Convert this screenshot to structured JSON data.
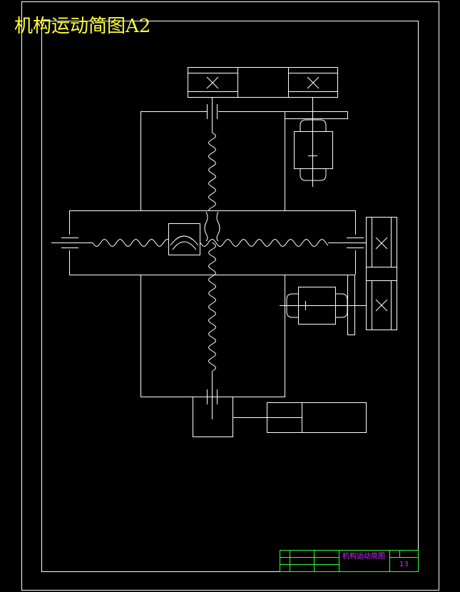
{
  "drawing": {
    "title": "机构运动简图A2",
    "title_block": {
      "name": "机构运动简图",
      "sheet_number": "13"
    }
  },
  "colors": {
    "background": "#000000",
    "line": "#ffffff",
    "title": "#ffff33",
    "title_block_grid": "#33ff33",
    "title_block_text": "#cc33ff"
  }
}
